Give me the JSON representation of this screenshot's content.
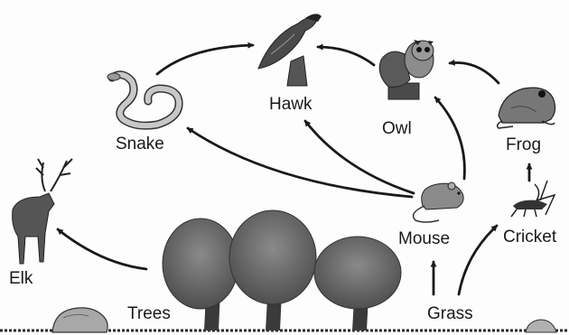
{
  "organisms": {
    "hawk": "Hawk",
    "owl": "Owl",
    "snake": "Snake",
    "frog": "Frog",
    "elk": "Elk",
    "mouse": "Mouse",
    "cricket": "Cricket",
    "trees": "Trees",
    "grass": "Grass"
  },
  "energy_flows": [
    {
      "from": "Snake",
      "to": "Hawk"
    },
    {
      "from": "Owl",
      "to": "Hawk"
    },
    {
      "from": "Frog",
      "to": "Owl"
    },
    {
      "from": "Mouse",
      "to": "Snake"
    },
    {
      "from": "Mouse",
      "to": "Hawk"
    },
    {
      "from": "Mouse",
      "to": "Owl"
    },
    {
      "from": "Cricket",
      "to": "Frog"
    },
    {
      "from": "Grass",
      "to": "Mouse"
    },
    {
      "from": "Grass",
      "to": "Cricket"
    },
    {
      "from": "Trees",
      "to": "Elk"
    }
  ],
  "icons": [
    "hawk-icon",
    "owl-icon",
    "snake-icon",
    "frog-icon",
    "elk-icon",
    "mouse-icon",
    "cricket-icon",
    "tree-icon",
    "rock-icon"
  ],
  "colors": {
    "ink": "#1a1a1a",
    "foliage": "#6f6f6f",
    "fill": "#bdbdbd"
  }
}
